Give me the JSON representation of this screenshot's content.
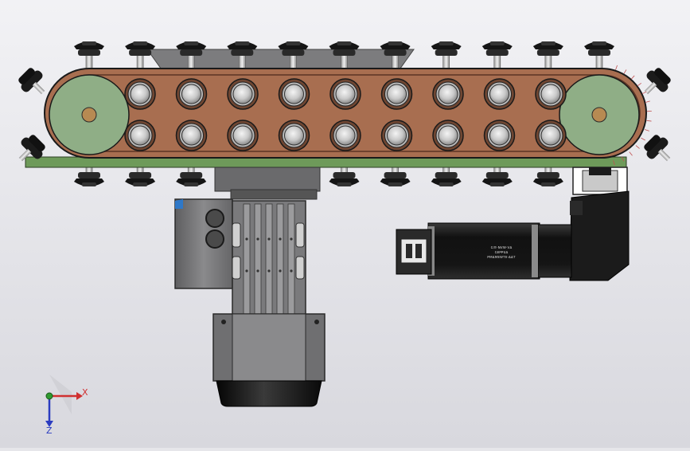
{
  "viewport": {
    "background_top": "#f2f2f5",
    "background_bottom": "#d8d8de"
  },
  "conveyor": {
    "belt_color": "#a86e50",
    "pulley_color": "#8fae86",
    "hub_color": "#b78a52",
    "frame_color": "#6e9a5a",
    "roller_columns": 9,
    "roller_rows": 2,
    "top_cups": 11,
    "bottom_cups": 11
  },
  "servo_motor": {
    "body_color": "#1c1c1c",
    "label_lines": [
      "ɢ≡·ɴᴠᴡ·ᴠᴀ",
      "ɢᴇᴘᴘᴜᴀ",
      "ᴘᴍᴀᴍᴇᴡᴛᴇ·ᴀᴀᴛ"
    ]
  },
  "gear_motor": {
    "body_color": "#7a7a7c",
    "cap_color": "#1a1a1a",
    "accent_color": "#2f78c8"
  },
  "triad": {
    "x_label": "X",
    "z_label": "Z",
    "x_color": "#d03030",
    "z_color": "#2b3cc0",
    "y_color": "#2f9a2f"
  }
}
